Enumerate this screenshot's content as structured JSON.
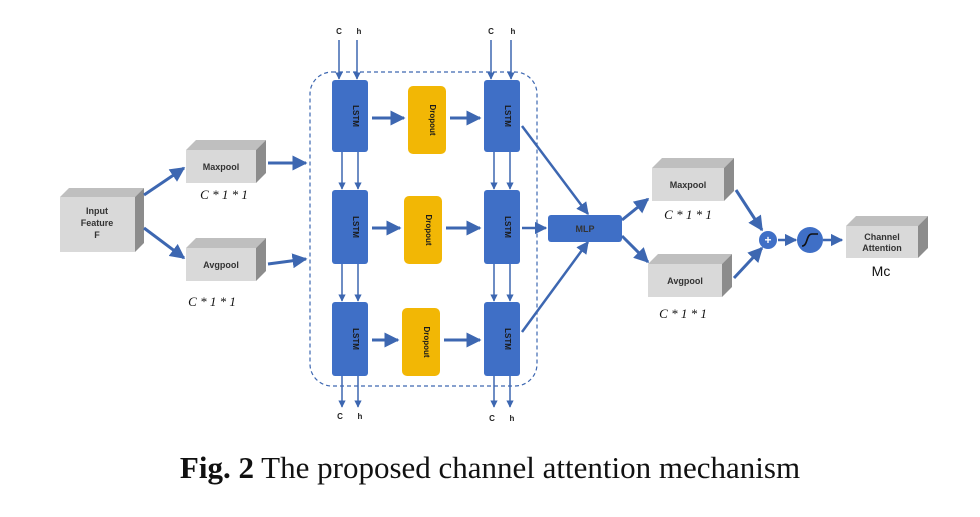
{
  "input_box": {
    "lines": [
      "Input",
      "Feature",
      "F"
    ]
  },
  "left_pools": {
    "maxpool": {
      "label": "Maxpool",
      "dim": "C * 1 * 1"
    },
    "avgpool": {
      "label": "Avgpool",
      "dim": "C * 1 * 1"
    }
  },
  "lstm_label": "LSTM",
  "dropout_label": "Dropout",
  "io": {
    "c": "C",
    "h": "h"
  },
  "mlp_label": "MLP",
  "right_pools": {
    "maxpool": {
      "label": "Maxpool",
      "dim": "C * 1 * 1"
    },
    "avgpool": {
      "label": "Avgpool",
      "dim": "C * 1 * 1"
    }
  },
  "plus_symbol": "+",
  "output_box": {
    "lines": [
      "Channel",
      "Attention"
    ],
    "sublabel": "Mc"
  },
  "caption": {
    "prefix": "Fig. 2",
    "text": " The proposed channel attention mechanism"
  },
  "colors": {
    "lstm": "#3f6fc6",
    "dropout": "#f2b705",
    "arrow": "#3d67b1",
    "box_face": "#d9d9d9",
    "box_side": "#8c8c8c",
    "box_top": "#bfbfbf"
  }
}
